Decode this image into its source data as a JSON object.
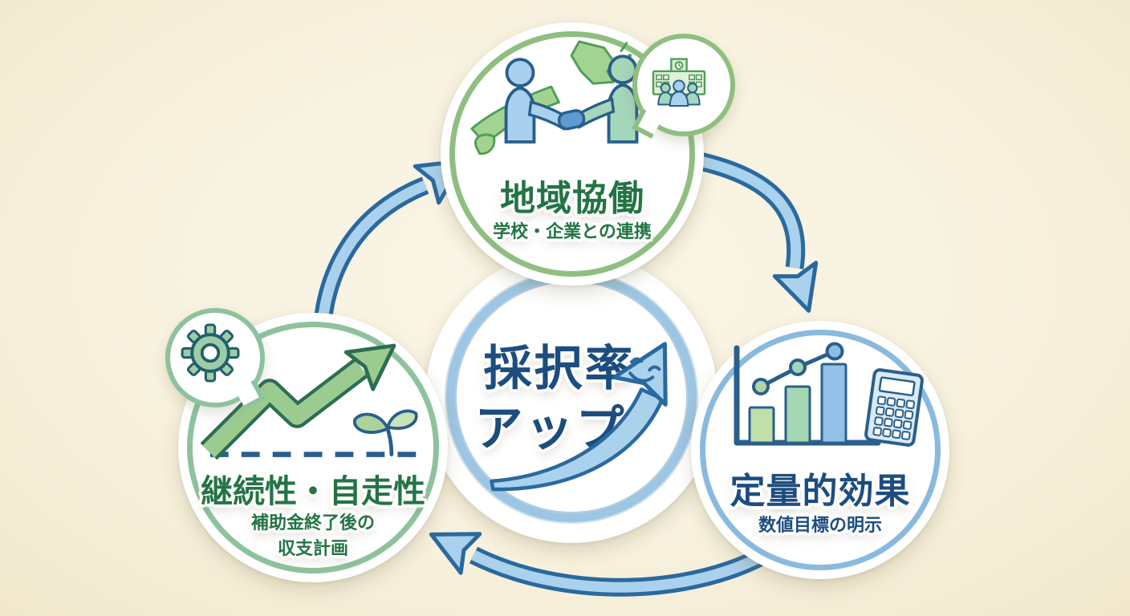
{
  "diagram": {
    "type": "three-node-cycle",
    "center": {
      "line1": "採択率",
      "line2": "アップ",
      "icon": "smiley-rising-arrow-icon"
    },
    "nodes": {
      "top": {
        "title": "地域協働",
        "subtitle": "学校・企業との連携",
        "illustration": "handshake-over-japan-map-illustration",
        "badge": "school-and-people-bubble"
      },
      "left": {
        "title": "継続性・自走性",
        "subtitle_line1": "補助金終了後の",
        "subtitle_line2": "収支計画",
        "illustration": "growth-zigzag-arrow-sprout-illustration",
        "badge": "gear-bubble"
      },
      "right": {
        "title": "定量的効果",
        "subtitle": "数値目標の明示",
        "illustration": "bar-chart-trend-calculator-illustration"
      }
    },
    "arrows": [
      {
        "from": "left",
        "to": "top"
      },
      {
        "from": "top",
        "to": "right"
      },
      {
        "from": "right",
        "to": "left"
      }
    ]
  },
  "colors": {
    "bg": "#f7f1de",
    "bg_light": "#faf5e6",
    "bg_edge": "#f1e8cc",
    "green_dark": "#237444",
    "green_ring_top": "#8fbf80",
    "green_ring_left": "#8ec29d",
    "green_map": "#4f9d58",
    "map_fill": "#a3d391",
    "green_fill": "#9ccb90",
    "green_fill_light": "#c6e4b6",
    "leaf_green": "#a9d39b",
    "teal_outline": "#2c6e52",
    "navy": "#1d4d7f",
    "navy_line": "#2a5f8c",
    "blue_ring": "#8ab9de",
    "center_ring": "#9cc6e4",
    "arrow_fill": "#aad2ec",
    "arrow_stroke": "#2a699f",
    "person_blue": "#a9d1ee",
    "person_green": "#a4d6ba",
    "hand_blue": "#5e9bd1",
    "bar_green_1": "#c0dfa9",
    "bar_green_2": "#a6d7b5",
    "bar_blue": "#93c1e7",
    "dot_green": "#afd6a2",
    "dot_teal": "#a2d4b6",
    "dot_blue": "#8cbde8",
    "calc_fill": "#d9eaf6",
    "school_fill": "#dff0d8",
    "gear_fill": "#9fcba9",
    "gear_outline": "#20606a"
  }
}
